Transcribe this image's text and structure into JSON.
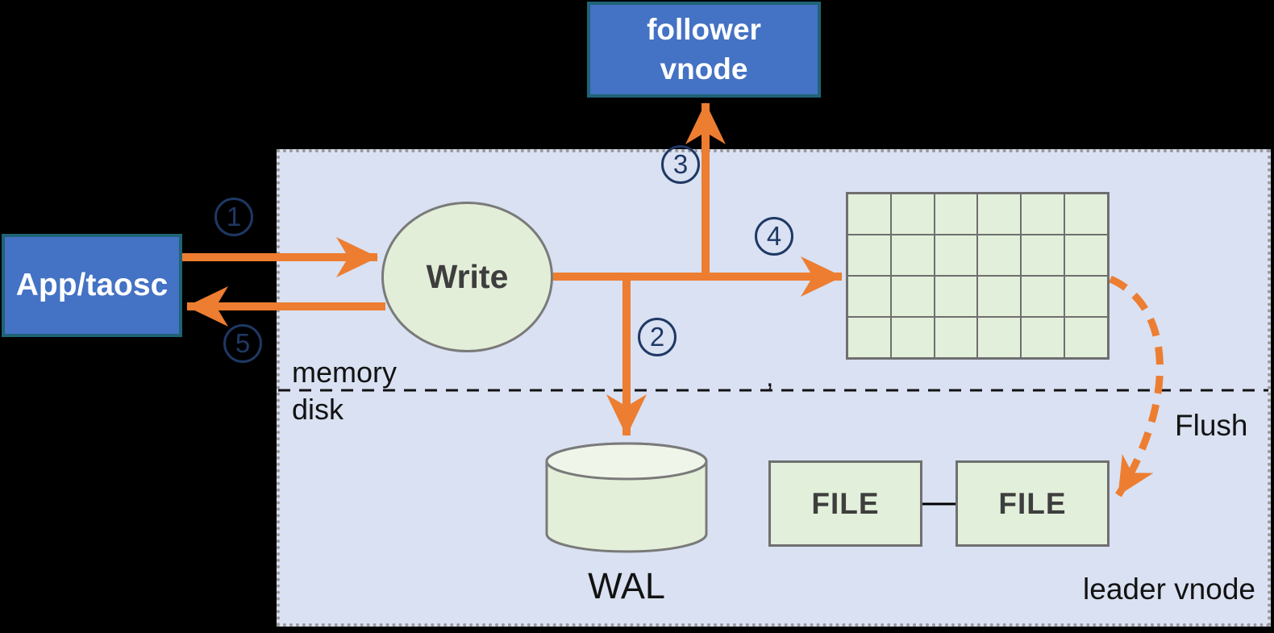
{
  "nodes": {
    "app": {
      "label": "App/taosc"
    },
    "follower": {
      "label": "follower vnode"
    },
    "write": {
      "label": "Write"
    },
    "wal": {
      "label": "WAL"
    },
    "file1": {
      "label": "FILE"
    },
    "file2": {
      "label": "FILE"
    }
  },
  "labels": {
    "memory": "memory",
    "disk": "disk",
    "flush": "Flush",
    "leader": "leader vnode",
    "stray_mark": ","
  },
  "steps": [
    "1",
    "2",
    "3",
    "4",
    "5"
  ],
  "memtable_grid": {
    "rows": 4,
    "cols": 6
  },
  "colors": {
    "background": "#000000",
    "node_blue_fill": "#4472C4",
    "node_blue_border": "#1F6377",
    "region_fill": "#D9E1F2",
    "region_border": "#9A9A9A",
    "green_ellipse_fill": "#E3EED8",
    "grid_cell_fill": "#E2EFDA",
    "cylinder_body_fill": "#E4EFD9",
    "cylinder_top_fill": "#F0F5EA",
    "shape_gray_border": "#6F6F6F",
    "arrow_orange": "#ED7D31",
    "step_navy": "#1F3864",
    "text_dark": "#121212",
    "node_text_dark": "#3E3E3E",
    "node_text_white": "#FFFFFF"
  }
}
